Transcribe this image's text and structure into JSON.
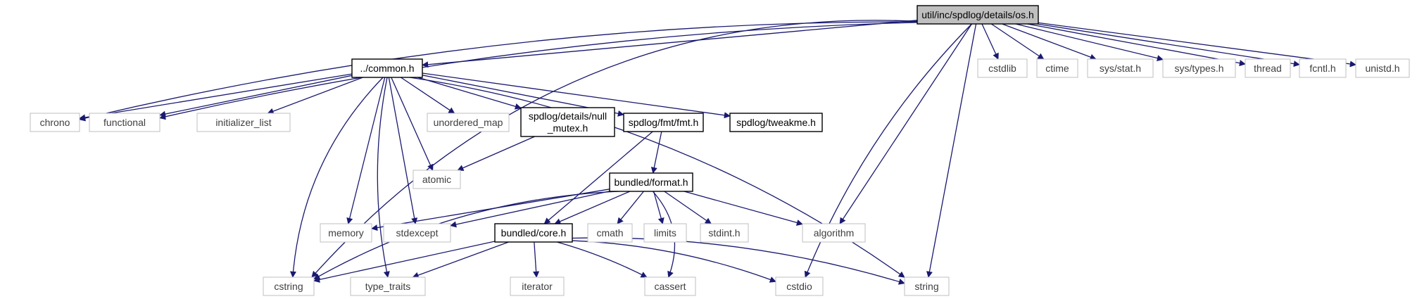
{
  "graph": {
    "colors": {
      "edge": "#191970",
      "root_fill": "#bfbfbf",
      "node_stroke_dark": "#000000",
      "node_stroke_light": "#bfbfbf",
      "text": "#000000",
      "text_light": "#3f3f3f"
    },
    "nodes": [
      {
        "id": "os",
        "label": "util/inc/spdlog/details/os.h",
        "kind": "root"
      },
      {
        "id": "common",
        "label": "../common.h",
        "kind": "file"
      },
      {
        "id": "cstdlib",
        "label": "cstdlib",
        "kind": "system"
      },
      {
        "id": "ctime",
        "label": "ctime",
        "kind": "system"
      },
      {
        "id": "sys_stat",
        "label": "sys/stat.h",
        "kind": "system"
      },
      {
        "id": "sys_types",
        "label": "sys/types.h",
        "kind": "system"
      },
      {
        "id": "thread",
        "label": "thread",
        "kind": "system"
      },
      {
        "id": "fcntl",
        "label": "fcntl.h",
        "kind": "system"
      },
      {
        "id": "unistd",
        "label": "unistd.h",
        "kind": "system"
      },
      {
        "id": "chrono",
        "label": "chrono",
        "kind": "system"
      },
      {
        "id": "functional",
        "label": "functional",
        "kind": "system"
      },
      {
        "id": "initializer",
        "label": "initializer_list",
        "kind": "system"
      },
      {
        "id": "unordered_map",
        "label": "unordered_map",
        "kind": "system"
      },
      {
        "id": "null_mutex",
        "label": [
          "spdlog/details/null",
          "_mutex.h"
        ],
        "kind": "file"
      },
      {
        "id": "fmt",
        "label": "spdlog/fmt/fmt.h",
        "kind": "file"
      },
      {
        "id": "tweakme",
        "label": "spdlog/tweakme.h",
        "kind": "file"
      },
      {
        "id": "atomic",
        "label": "atomic",
        "kind": "system"
      },
      {
        "id": "format",
        "label": "bundled/format.h",
        "kind": "file"
      },
      {
        "id": "memory",
        "label": "memory",
        "kind": "system"
      },
      {
        "id": "stdexcept",
        "label": "stdexcept",
        "kind": "system"
      },
      {
        "id": "core",
        "label": "bundled/core.h",
        "kind": "file"
      },
      {
        "id": "cmath",
        "label": "cmath",
        "kind": "system"
      },
      {
        "id": "limits",
        "label": "limits",
        "kind": "system"
      },
      {
        "id": "stdint",
        "label": "stdint.h",
        "kind": "system"
      },
      {
        "id": "algorithm",
        "label": "algorithm",
        "kind": "system"
      },
      {
        "id": "cstring",
        "label": "cstring",
        "kind": "system"
      },
      {
        "id": "type_traits",
        "label": "type_traits",
        "kind": "system"
      },
      {
        "id": "iterator",
        "label": "iterator",
        "kind": "system"
      },
      {
        "id": "cassert",
        "label": "cassert",
        "kind": "system"
      },
      {
        "id": "cstdio",
        "label": "cstdio",
        "kind": "system"
      },
      {
        "id": "string",
        "label": "string",
        "kind": "system"
      }
    ],
    "edges": [
      [
        "os",
        "common"
      ],
      [
        "os",
        "cstdlib"
      ],
      [
        "os",
        "ctime"
      ],
      [
        "os",
        "sys_stat"
      ],
      [
        "os",
        "sys_types"
      ],
      [
        "os",
        "thread"
      ],
      [
        "os",
        "fcntl"
      ],
      [
        "os",
        "unistd"
      ],
      [
        "os",
        "chrono"
      ],
      [
        "os",
        "functional"
      ],
      [
        "os",
        "cstring"
      ],
      [
        "os",
        "algorithm"
      ],
      [
        "os",
        "cstdio"
      ],
      [
        "os",
        "string"
      ],
      [
        "common",
        "chrono"
      ],
      [
        "common",
        "functional"
      ],
      [
        "common",
        "initializer"
      ],
      [
        "common",
        "unordered_map"
      ],
      [
        "common",
        "null_mutex"
      ],
      [
        "common",
        "fmt"
      ],
      [
        "common",
        "tweakme"
      ],
      [
        "common",
        "atomic"
      ],
      [
        "common",
        "memory"
      ],
      [
        "common",
        "stdexcept"
      ],
      [
        "common",
        "cstring"
      ],
      [
        "common",
        "type_traits"
      ],
      [
        "common",
        "string"
      ],
      [
        "null_mutex",
        "atomic"
      ],
      [
        "fmt",
        "format"
      ],
      [
        "fmt",
        "core"
      ],
      [
        "format",
        "core"
      ],
      [
        "format",
        "memory"
      ],
      [
        "format",
        "stdexcept"
      ],
      [
        "format",
        "cmath"
      ],
      [
        "format",
        "limits"
      ],
      [
        "format",
        "stdint"
      ],
      [
        "format",
        "algorithm"
      ],
      [
        "format",
        "cstring"
      ],
      [
        "format",
        "cassert"
      ],
      [
        "core",
        "cstring"
      ],
      [
        "core",
        "type_traits"
      ],
      [
        "core",
        "iterator"
      ],
      [
        "core",
        "cassert"
      ],
      [
        "core",
        "cstdio"
      ],
      [
        "core",
        "string"
      ]
    ]
  }
}
